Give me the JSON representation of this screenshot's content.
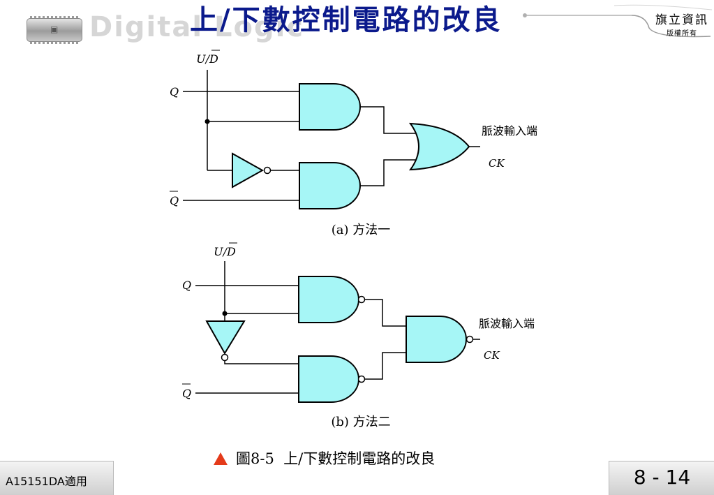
{
  "header": {
    "logo_text": "Digital Logic",
    "title": "上/下數控制電路的改良",
    "publisher": "旗立資訊",
    "rights": "版權所有"
  },
  "colors": {
    "gate_fill": "#a6f6f6",
    "title_blue": "#0b1a8c",
    "triangle_red": "#e43a1a"
  },
  "diagram_a": {
    "ud_input": "U/D",
    "q_input": "Q",
    "qbar_input": "Q",
    "output_name": "脈波輸入端",
    "output_label": "CK",
    "caption": "(a) 方法一"
  },
  "diagram_b": {
    "ud_input": "U/D",
    "q_input": "Q",
    "qbar_input": "Q",
    "output_name": "脈波輸入端",
    "output_label": "CK",
    "caption": "(b) 方法二"
  },
  "figure_caption": "圖8-5  上/下數控制電路的改良",
  "footer": {
    "course_code": "A15151DA適用",
    "page_number": "8 - 14"
  }
}
